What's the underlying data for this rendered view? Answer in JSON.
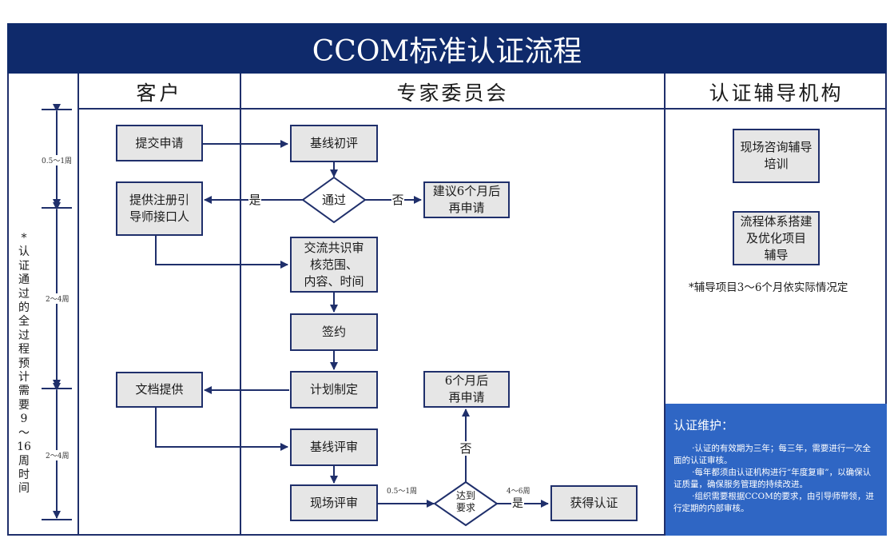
{
  "title": "CCOM标准认证流程",
  "columns": {
    "client": "客户",
    "committee": "专家委员会",
    "agency": "认证辅导机构"
  },
  "timeline": {
    "seg1": "0.5～1周",
    "seg2": "2～4周",
    "seg3": "2～4周",
    "note": "*认证通过的全过程预计需要9～16周时间"
  },
  "client_steps": {
    "submit": "提交申请",
    "provide": "提供注册引\n导师接口人",
    "docs": "文档提供"
  },
  "committee_steps": {
    "initial": "基线初评",
    "pass": "通过",
    "yes": "是",
    "no": "否",
    "reapply6": "建议6个月后\n再申请",
    "consensus": "交流共识审\n核范围、\n内容、时间",
    "sign": "签约",
    "plan": "计划制定",
    "baseline_review": "基线评审",
    "onsite": "现场评审",
    "reach": "达到\n要求",
    "no2": "否",
    "yes2": "是",
    "reapply6b": "6个月后\n再申请",
    "certified": "获得认证",
    "dur1": "0.5～1周",
    "dur2": "4～6周"
  },
  "agency": {
    "consult": "现场咨询辅导\n培训",
    "build": "流程体系搭建\n及优化项目\n辅导",
    "note": "*辅导项目3～6个月依实际情况定"
  },
  "maintenance": {
    "title": "认证维护：",
    "p1": "·认证的有效期为三年；每三年，需要进行一次全面的认证审核。",
    "p2": "·每年都须由认证机构进行“年度复审”，以确保认证质量，确保服务管理的持续改进。",
    "p3": "·组织需要根据CCOM的要求，由引导师带领，进行定期的内部审核。"
  },
  "colors": {
    "navy": "#0f2a6b",
    "line": "#1f2f6b",
    "box_fill": "#e6e6e6",
    "maint_bg": "#2f66c4"
  }
}
